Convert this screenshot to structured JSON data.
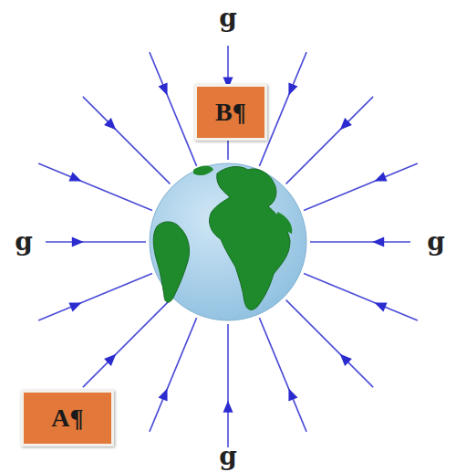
{
  "diagram": {
    "nodes": [
      {
        "text": [
          "B¶"
        ]
      },
      {
        "text": [
          "A¶"
        ]
      }
    ],
    "labels": [
      "g",
      "g",
      "g",
      "g"
    ]
  }
}
